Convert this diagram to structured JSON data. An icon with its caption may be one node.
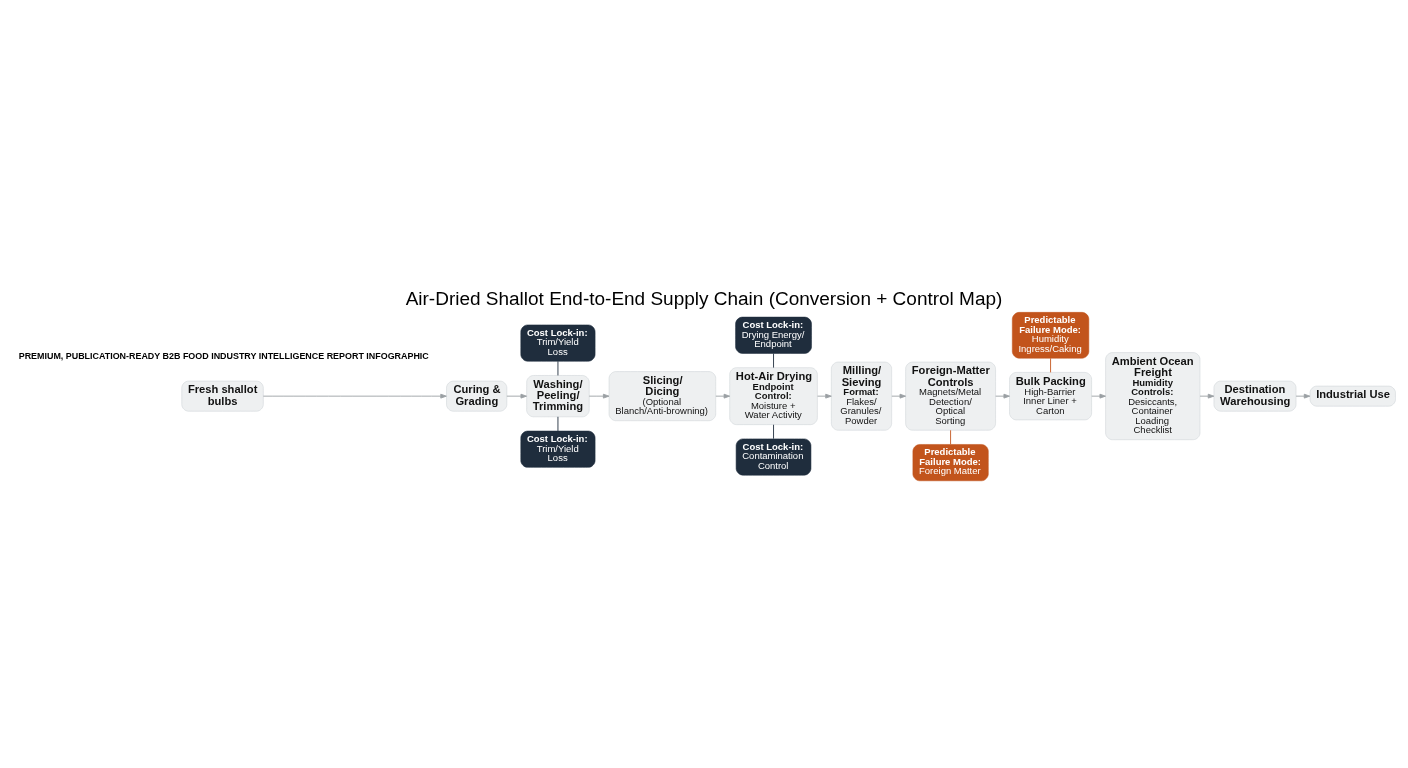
{
  "diagram": {
    "title": "Air-Dried Shallot End-to-End Supply Chain (Conversion + Control Map)",
    "nodes": [
      {
        "text": [
          "Cost Lock-in:",
          "Trim/Yield Loss"
        ]
      },
      {
        "text": [
          "Cost Lock-in:",
          "Drying Energy/ Endpoint"
        ]
      },
      {
        "text": [
          "Predictable Failure Mode:",
          "Humidity Ingress/Caking"
        ]
      },
      {
        "text": [
          "Fresh shallot bulbs"
        ]
      },
      {
        "text": [
          "Curing & Grading"
        ]
      },
      {
        "text": [
          "Washing/ Peeling/ Trimming"
        ]
      },
      {
        "text": [
          "Slicing/ Dicing",
          "(Optional Blanch/Anti-browning)"
        ]
      },
      {
        "text": [
          "Hot-Air Drying",
          "Endpoint Control:",
          "Moisture + Water Activity"
        ]
      },
      {
        "text": [
          "Milling/ Sieving",
          "Format:",
          "Flakes/ Granules/ Powder"
        ]
      },
      {
        "text": [
          "Foreign-Matter Controls",
          "Magnets/Metal Detection/ Optical Sorting"
        ]
      },
      {
        "text": [
          "Bulk Packing",
          "High-Barrier Inner Liner + Carton"
        ]
      },
      {
        "text": [
          "Ambient Ocean Freight",
          "Humidity Controls:",
          "Desiccants, Container Loading Checklist"
        ]
      },
      {
        "text": [
          "Destination Warehousing"
        ]
      },
      {
        "text": [
          "Industrial Use"
        ]
      },
      {
        "text": [
          "Cost Lock-in:",
          "Trim/Yield Loss"
        ]
      },
      {
        "text": [
          "Cost Lock-in:",
          "Contamination Control"
        ]
      },
      {
        "text": [
          "Predictable Failure Mode:",
          "Foreign Matter"
        ]
      }
    ],
    "edges": [
      {
        "from": 3,
        "to": 4,
        "arrow": "to"
      },
      {
        "from": 4,
        "to": 5,
        "arrow": "to"
      },
      {
        "from": 5,
        "to": 6,
        "arrow": "to"
      },
      {
        "from": 6,
        "to": 7,
        "arrow": "to"
      },
      {
        "from": 7,
        "to": 8,
        "arrow": "to"
      },
      {
        "from": 8,
        "to": 9,
        "arrow": "to"
      },
      {
        "from": 9,
        "to": 10,
        "arrow": "to"
      },
      {
        "from": 10,
        "to": 11,
        "arrow": "to"
      },
      {
        "from": 11,
        "to": 12,
        "arrow": "to"
      },
      {
        "from": 12,
        "to": 13,
        "arrow": "to"
      },
      {
        "from": 0,
        "to": 5,
        "arrow": "none",
        "color": "#1f2d3d"
      },
      {
        "from": 1,
        "to": 7,
        "arrow": "none",
        "color": "#1f2d3d"
      },
      {
        "from": 2,
        "to": 10,
        "arrow": "none",
        "color": "#c2541c"
      },
      {
        "from": 5,
        "to": 14,
        "arrow": "none",
        "color": "#1f2d3d"
      },
      {
        "from": 7,
        "to": 15,
        "arrow": "none",
        "color": "#1f2d3d"
      },
      {
        "from": 9,
        "to": 16,
        "arrow": "none",
        "color": "#c2541c"
      }
    ],
    "labels": [
      "PREMIUM, PUBLICATION-READY B2B FOOD INDUSTRY INTELLIGENCE REPORT INFOGRAPHIC"
    ]
  }
}
